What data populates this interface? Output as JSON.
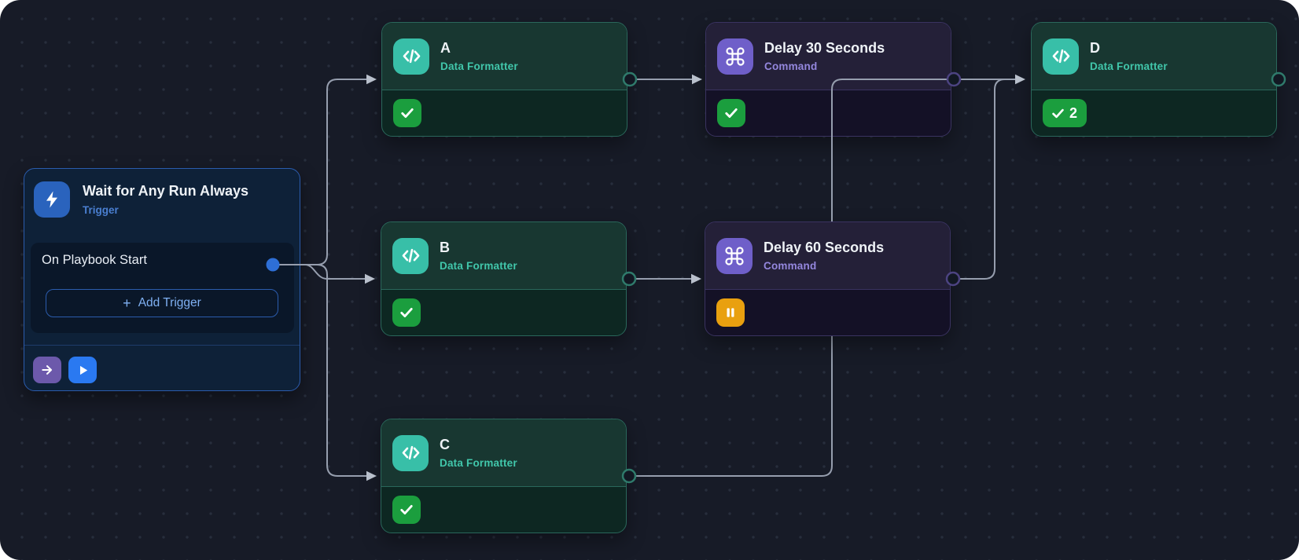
{
  "canvas": {
    "name": "Playbook workflow canvas"
  },
  "colors": {
    "background": "#171b27",
    "teal_accent": "#38bfa8",
    "purple_accent": "#6f5fc9",
    "blue_accent": "#2a63bd",
    "success_green": "#1b9e3e",
    "paused_orange": "#e9a00f",
    "edge_gray": "#969eae"
  },
  "trigger": {
    "title": "Wait for Any Run Always",
    "subtitle": "Trigger",
    "event": "On Playbook Start",
    "add_button": {
      "plus": "+",
      "label": "Add Trigger"
    },
    "icons": {
      "header": "lightning-icon",
      "actions": [
        "arrow-right-icon",
        "play-icon"
      ]
    }
  },
  "nodes": [
    {
      "id": "a",
      "title": "A",
      "subtitle": "Data Formatter",
      "type": "data-formatter",
      "icon": "code-icon",
      "badge": {
        "kind": "success",
        "icon": "check-icon"
      }
    },
    {
      "id": "delay-30",
      "title": "Delay 30 Seconds",
      "subtitle": "Command",
      "type": "command",
      "icon": "command-icon",
      "badge": {
        "kind": "success",
        "icon": "check-icon"
      }
    },
    {
      "id": "d",
      "title": "D",
      "subtitle": "Data Formatter",
      "type": "data-formatter",
      "icon": "code-icon",
      "badge": {
        "kind": "success",
        "icon": "check-icon",
        "count": "2"
      }
    },
    {
      "id": "b",
      "title": "B",
      "subtitle": "Data Formatter",
      "type": "data-formatter",
      "icon": "code-icon",
      "badge": {
        "kind": "success",
        "icon": "check-icon"
      }
    },
    {
      "id": "delay-60",
      "title": "Delay 60 Seconds",
      "subtitle": "Command",
      "type": "command",
      "icon": "command-icon",
      "badge": {
        "kind": "paused",
        "icon": "pause-icon"
      }
    },
    {
      "id": "c",
      "title": "C",
      "subtitle": "Data Formatter",
      "type": "data-formatter",
      "icon": "code-icon",
      "badge": {
        "kind": "success",
        "icon": "check-icon"
      }
    }
  ],
  "edges": [
    {
      "from": "trigger",
      "to": "a"
    },
    {
      "from": "trigger",
      "to": "b"
    },
    {
      "from": "trigger",
      "to": "c"
    },
    {
      "from": "a",
      "to": "delay-30"
    },
    {
      "from": "b",
      "to": "delay-60"
    },
    {
      "from": "delay-30",
      "to": "d"
    },
    {
      "from": "delay-60",
      "to": "d"
    },
    {
      "from": "c",
      "to": "d"
    }
  ]
}
